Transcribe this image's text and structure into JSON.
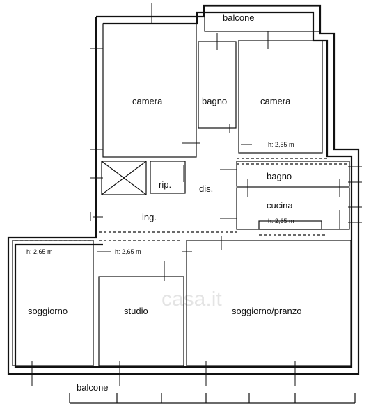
{
  "rooms": {
    "balcone_top": "balcone",
    "camera_left": "camera",
    "bagno_mid": "bagno",
    "camera_right": "camera",
    "bagno_right": "bagno",
    "rip": "rip.",
    "dis": "dis.",
    "cucina": "cucina",
    "ing": "ing.",
    "soggiorno": "soggiorno",
    "studio": "studio",
    "soggiorno_pranzo": "soggiorno/pranzo",
    "balcone_bottom": "balcone"
  },
  "heights": {
    "upper_right": "h: 2,55 m",
    "cucina": "h: 2,65 m",
    "soggiorno": "h: 2,65 m",
    "studio": "h: 2,65 m"
  },
  "watermark": "casa.it"
}
